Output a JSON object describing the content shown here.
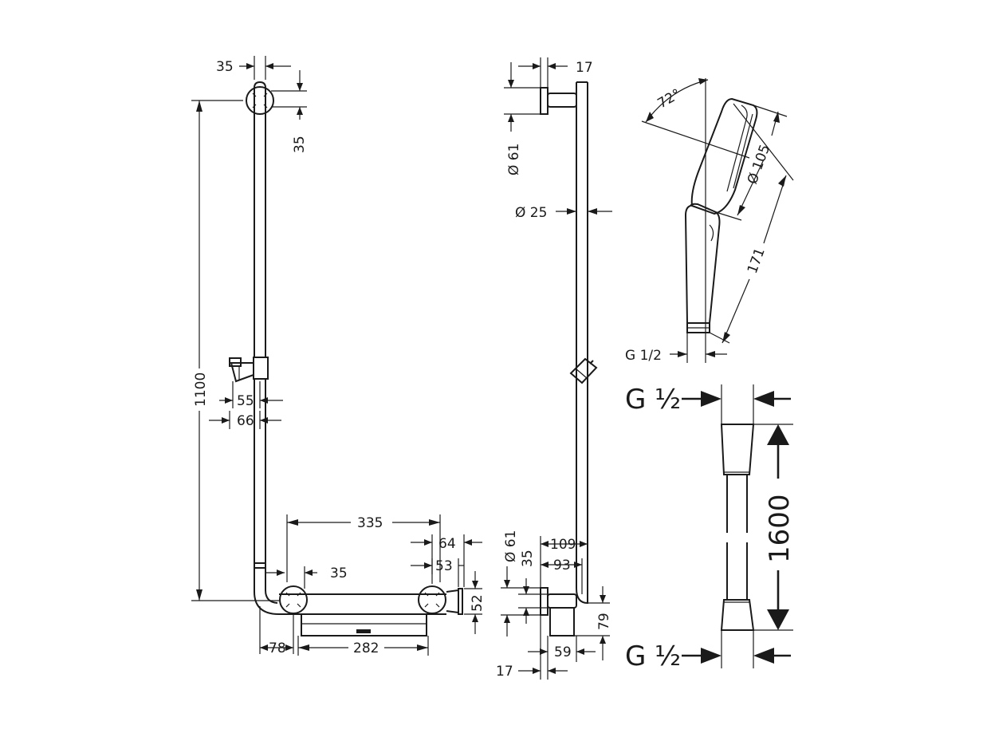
{
  "rail_front_view": {
    "dims": {
      "top_width": "35",
      "top_offset": "35",
      "height": "1100",
      "holder_55": "55",
      "holder_66": "66",
      "tray_span": "335",
      "d64": "64",
      "d53": "53",
      "d52": "52",
      "bend_35": "35",
      "d78": "78",
      "tray_width": "282"
    }
  },
  "rail_side_view": {
    "dims": {
      "top_17": "17",
      "rose_diameter_top": "Ø 61",
      "tube_diameter": "Ø 25",
      "rose_diameter_bottom": "Ø 61",
      "d35": "35",
      "d109": "109",
      "d93": "93",
      "d79": "79",
      "d59": "59",
      "bottom_17": "17"
    }
  },
  "hand_shower": {
    "dims": {
      "angle": "72°",
      "head_diameter": "Ø 105",
      "length": "171",
      "thread": "G 1/2"
    }
  },
  "hose": {
    "thread_top": "G ½",
    "thread_bottom": "G ½",
    "length": "1600"
  }
}
